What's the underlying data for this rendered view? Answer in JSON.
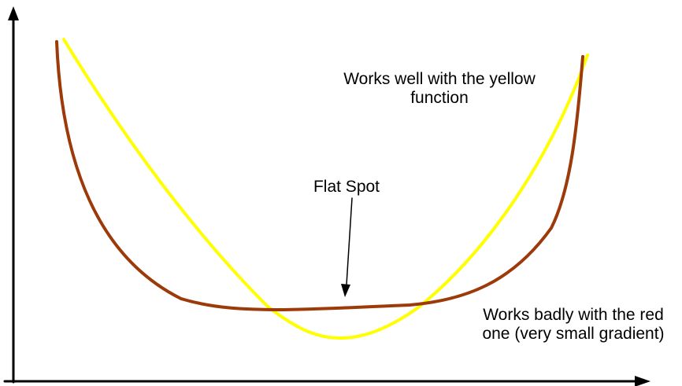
{
  "annotations": {
    "yellow_label": [
      "Works well with the yellow",
      "function"
    ],
    "flat_spot_label": "Flat Spot",
    "red_label": [
      "Works badly with the red",
      "one (very small gradient)"
    ]
  },
  "colors": {
    "axes": "#000000",
    "yellow_curve": "#ffff00",
    "red_curve": "#9c3a0a",
    "text": "#000000",
    "background": "#ffffff"
  },
  "icons": {
    "y_axis_arrowhead": "arrow-up-icon",
    "x_axis_arrowhead": "arrow-right-icon",
    "flat_spot_pointer": "arrow-down-icon"
  }
}
